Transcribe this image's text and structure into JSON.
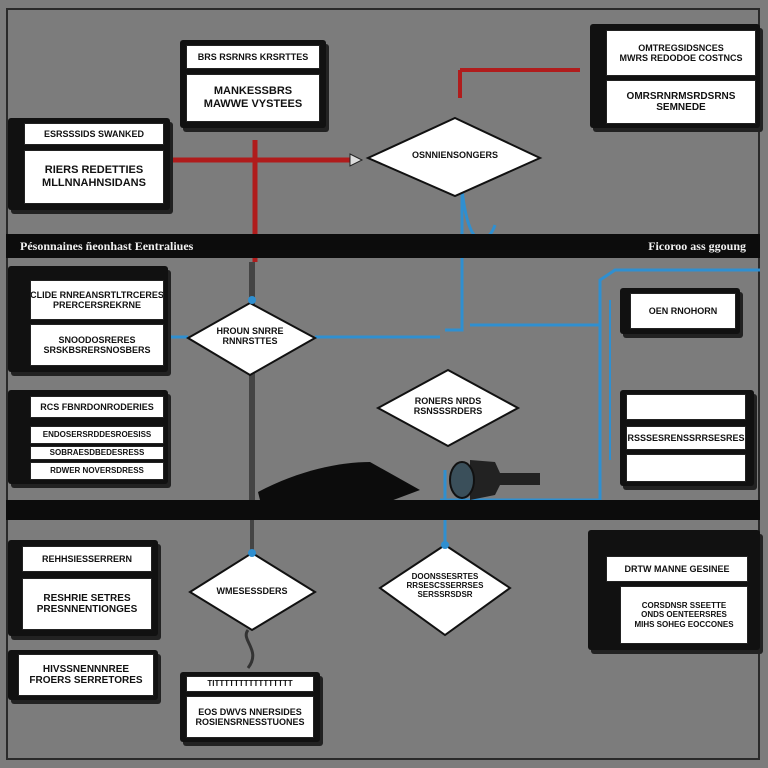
{
  "boxes": {
    "top_center": {
      "line1": "BRS RSRNRS KRSRTTES",
      "line2": "MANKESSBRS",
      "line3": "MAWWE VYSTEES"
    },
    "top_right": {
      "line1": "OMTREGSIDSNCES",
      "line2": "MWRS REDODOE COSTNCS",
      "line3": "OMRSRNRMSRDSRNS",
      "line4": "SEMNEDE"
    },
    "left_1": {
      "line1": "ESRSSSIDS SWANKED",
      "line2": "RIERS REDETTIES",
      "line3": "MLLNNAHNSIDANS"
    },
    "left_2": {
      "line1": "CLIDE RNREANSRTLTRCERES",
      "line2": "PRERCERSREKRNE",
      "line3": "SNOODOSRERES",
      "line4": "SRSKBSRERSNOSBERS"
    },
    "left_3": {
      "line1": "RCS FBNRDONRODERIES",
      "line2": "ENDOSERSRDDESROESISS",
      "line3": "SOBRAESDBEDESRESS",
      "line4": "RDWER NOVERSDRESS"
    },
    "right_1": {
      "line1": "OEN RNOHORN"
    },
    "right_2": {
      "line1": "",
      "line2": "RSSSESRENSSRRSESRES",
      "line3": ""
    },
    "bottom_left_1": {
      "line1": "REHHSIESSERRERN",
      "line2": "RESHRIE SETRES",
      "line3": "PRESNNENTIONGES"
    },
    "bottom_left_2": {
      "line1": "HIVSSNENNNREE",
      "line2": "FROERS SERRETORES"
    },
    "bottom_center": {
      "line1": "TITTTTTTTTTTTTTTTT",
      "line2": "EOS DWVS NNERSIDES",
      "line3": "ROSIENSRNESSTUONES"
    },
    "bottom_right": {
      "line1": "DRTW MANNE GESINEE",
      "line2": "CORSDNSR SSEETTE",
      "line3": "ONDS OENTEERSRES",
      "line4": "MIHS SOHEG EOCCONES"
    }
  },
  "diamonds": {
    "top": "OSNNIENSONGERS",
    "left_mid": [
      "HROUN SNRRE",
      "RNNRSTTES"
    ],
    "center": [
      "RONERS NRDS",
      "RSNSSSRDERS"
    ],
    "bottom_left": "WMESESSDERS",
    "bottom_center": [
      "DOONSSESRTES",
      "RRSESCSSERRSES",
      "SERSSRSDSR"
    ]
  },
  "bands": {
    "upper_left": "Pésonnaines ñeonhast Eentraliues",
    "upper_right": "Ficoroo ass ggoung"
  },
  "colors": {
    "background": "#7c7c7c",
    "red_line": "#b01c1c",
    "blue_line": "#2f8fd0",
    "band": "#0c0c0c",
    "box_shadow": "#111111"
  }
}
